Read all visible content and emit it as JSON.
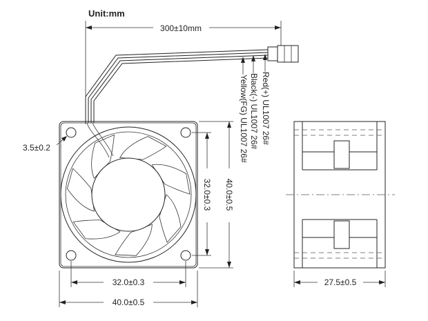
{
  "unit_label": "Unit:mm",
  "dimensions": {
    "cable_length": "300±10mm",
    "corner_radius": "3.5±0.2",
    "hole_spacing_vertical": "32.0±0.3",
    "frame_height": "40.0±0.5",
    "hole_spacing_horizontal": "32.0±0.3",
    "frame_width": "40.0±0.5",
    "thickness": "27.5±0.5"
  },
  "wires": [
    {
      "label": "Red(+) UL1007 26#",
      "color": "#d33a2c"
    },
    {
      "label": "Black(-) UL1007 26#",
      "color": "#222222"
    },
    {
      "label": "Yellow(FG) UL1007 26#",
      "color": "#e0b400"
    }
  ]
}
